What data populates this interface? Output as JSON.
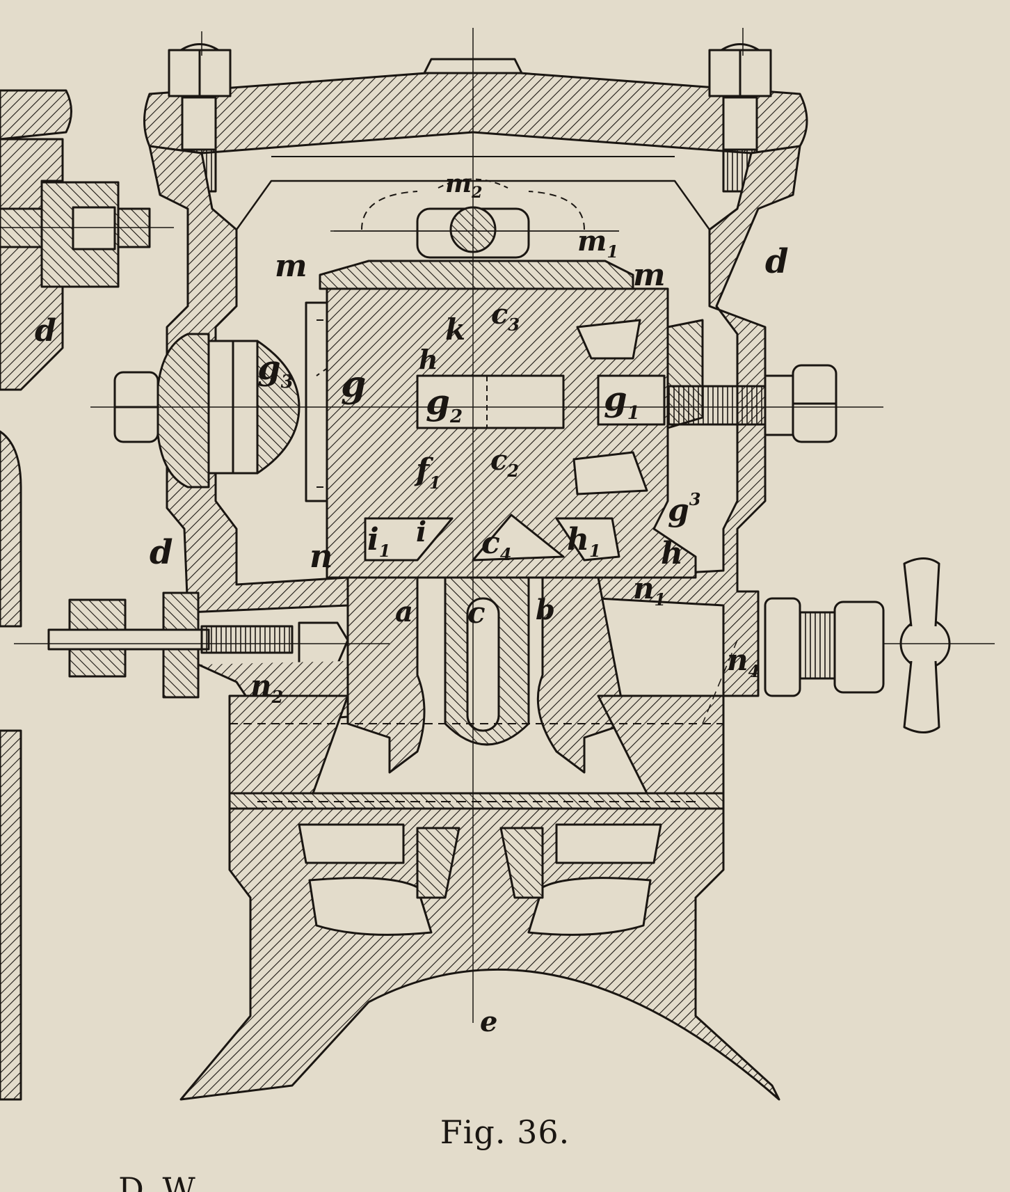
{
  "figure": {
    "caption": "Fig. 36.",
    "next_line_fragment": "D          W",
    "colors": {
      "paper": "#e3dccb",
      "ink": "#1a1612"
    },
    "labels": {
      "d_top_right": "d",
      "d_left_upper": "d",
      "d_left_lower": "d",
      "m_left": "m",
      "m_right": "m",
      "m1": "m",
      "m2": "m",
      "k": "k",
      "h_upper": "h",
      "c3": "c",
      "c2": "c",
      "c4": "c",
      "c_bottom": "c",
      "g3_left": "g",
      "g": "g",
      "g2": "g",
      "g1": "g",
      "f1": "f",
      "g3_right": "g",
      "h_lower": "h",
      "h1": "h",
      "i1": "i",
      "i": "i",
      "n": "n",
      "n1": "n",
      "n2": "n",
      "n4": "n",
      "a": "a",
      "b": "b",
      "e": "e"
    },
    "subscripts": {
      "m1": "1",
      "m2": "2",
      "c3": "3",
      "c2": "2",
      "c4": "4",
      "g3_left": "3",
      "g2": "2",
      "g1": "1",
      "f1": "1",
      "g3_right": "3",
      "h1": "1",
      "i1": "1",
      "n1": "1",
      "n2": "2",
      "n4": "4"
    }
  }
}
